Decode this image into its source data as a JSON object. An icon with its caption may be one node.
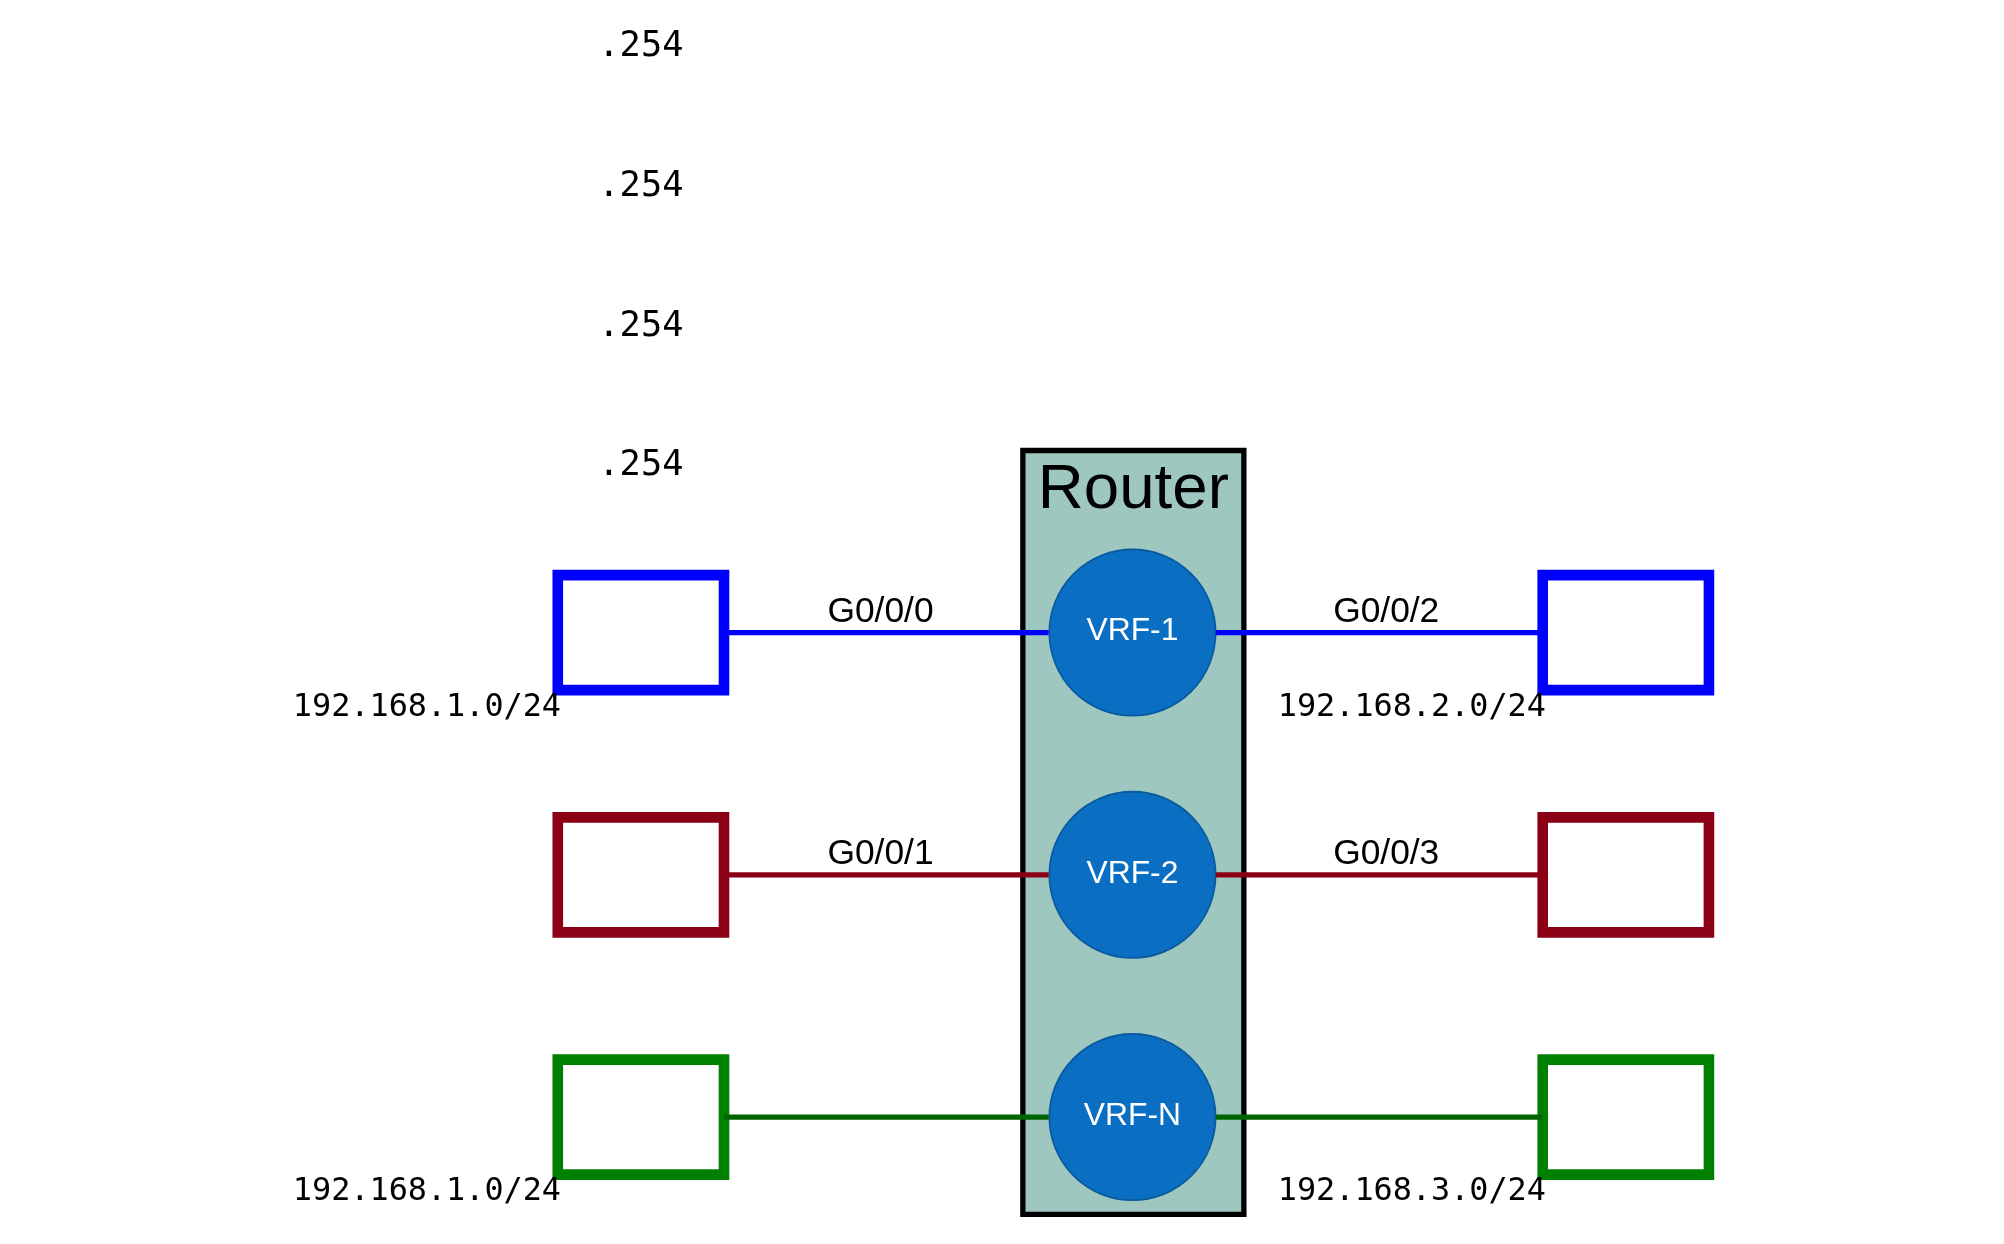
{
  "diagram": {
    "nodes": [
      {
        "text": [
          "Router"
        ]
      },
      {
        "text": [
          "VRF-1"
        ],
        "in": 0
      },
      {
        "text": [
          "VRF-2"
        ],
        "in": 0
      },
      {
        "text": [
          "VRF-N"
        ],
        "in": 0
      },
      {
        "text": [],
        "shape": "box",
        "beside": [
          "192.168.1.0/24"
        ]
      },
      {
        "text": [],
        "shape": "box"
      },
      {
        "text": [],
        "shape": "box",
        "beside": [
          "192.168.1.0/24"
        ]
      },
      {
        "text": [],
        "shape": "box",
        "beside": [
          "192.168.2.0/24"
        ]
      },
      {
        "text": [],
        "shape": "box"
      },
      {
        "text": [],
        "shape": "box",
        "beside": [
          "192.168.3.0/24"
        ]
      }
    ],
    "edges": [
      {
        "from": 4,
        "to": 1,
        "arrow": "none",
        "label": "G0/0/0",
        "color": "#0000ff"
      },
      {
        "from": 5,
        "to": 2,
        "arrow": "none",
        "label": "G0/0/1",
        "color": "#8b0015"
      },
      {
        "from": 6,
        "to": 3,
        "arrow": "none",
        "color": "#006400"
      },
      {
        "from": 1,
        "to": 7,
        "arrow": "none",
        "label": "G0/0/2",
        "color": "#0000ff"
      },
      {
        "from": 2,
        "to": 8,
        "arrow": "none",
        "label": "G0/0/3",
        "color": "#8b0015"
      },
      {
        "from": 3,
        "to": 9,
        "arrow": "none",
        "color": "#006400"
      }
    ],
    "labels": [
      ".254",
      ".254",
      ".254",
      ".254"
    ]
  }
}
